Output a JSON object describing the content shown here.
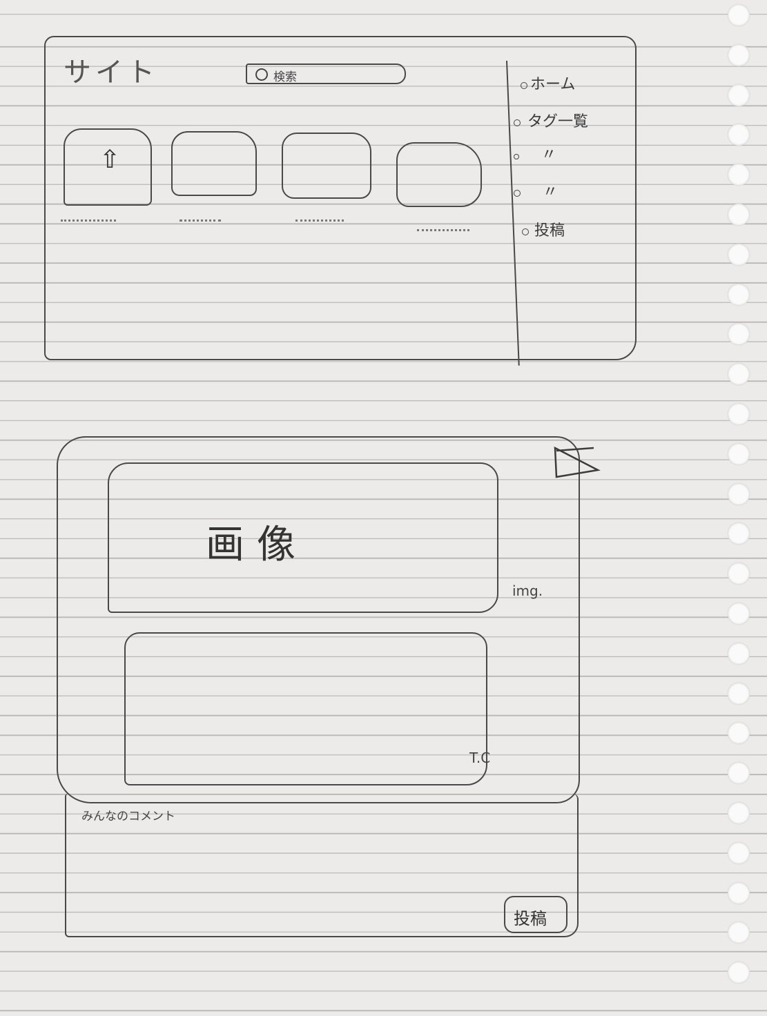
{
  "wireframe": {
    "site_title": "サイト",
    "search_label": "検索",
    "nav": {
      "items": [
        {
          "label": "ホーム"
        },
        {
          "label": "タグ一覧"
        },
        {
          "label": "〃"
        },
        {
          "label": "〃"
        },
        {
          "label": "投稿"
        }
      ]
    }
  },
  "modal": {
    "image_placeholder": "画像",
    "image_note": "img.",
    "text_note": "T.C",
    "comments_heading": "みんなのコメント",
    "post_button": "投稿"
  },
  "colors": {
    "paper": "#ecebea",
    "rule": "#b9b8b4",
    "pencil": "#484848"
  }
}
